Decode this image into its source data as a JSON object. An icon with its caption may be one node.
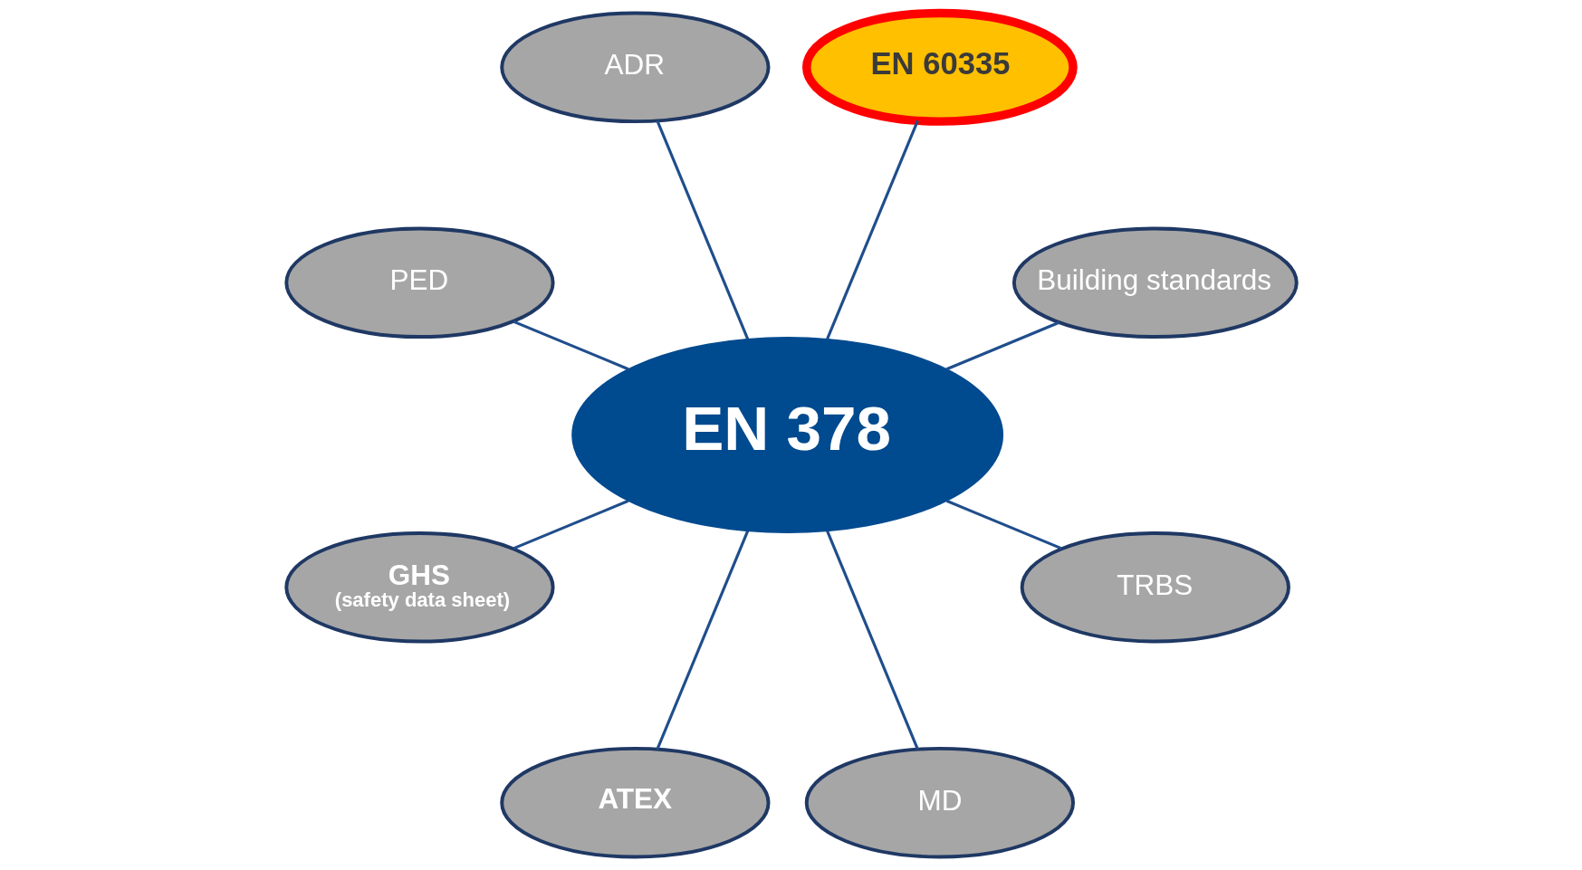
{
  "diagram": {
    "nodes": [
      {
        "text": [
          "Building standards"
        ]
      },
      {
        "text": [
          "EN 60335"
        ]
      },
      {
        "text": [
          "ADR"
        ]
      },
      {
        "text": [
          "PED"
        ]
      },
      {
        "text": [
          "EN 378"
        ]
      },
      {
        "text": [
          "GHS",
          "(safety data sheet)"
        ]
      },
      {
        "text": [
          "ATEX"
        ]
      },
      {
        "text": [
          "MD"
        ]
      },
      {
        "text": [
          "TRBS"
        ]
      }
    ],
    "edges": [
      {
        "from": 4,
        "to": 0,
        "arrow": "none"
      },
      {
        "from": 4,
        "to": 1,
        "arrow": "none"
      },
      {
        "from": 4,
        "to": 2,
        "arrow": "none"
      },
      {
        "from": 4,
        "to": 3,
        "arrow": "none"
      },
      {
        "from": 4,
        "to": 5,
        "arrow": "none"
      },
      {
        "from": 4,
        "to": 6,
        "arrow": "none"
      },
      {
        "from": 4,
        "to": 7,
        "arrow": "none"
      },
      {
        "from": 4,
        "to": 8,
        "arrow": "none"
      }
    ]
  }
}
